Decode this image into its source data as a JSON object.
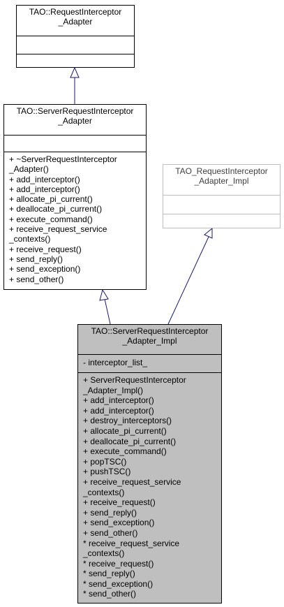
{
  "diagram": {
    "classes": {
      "request_interceptor_adapter": {
        "name": "TAO::RequestInterceptor\n_Adapter",
        "attributes": [],
        "operations": []
      },
      "server_request_interceptor_adapter": {
        "name": "TAO::ServerRequestInterceptor\n_Adapter",
        "attributes": [],
        "operations": [
          "+ ~ServerRequestInterceptor\n_Adapter()",
          "+ add_interceptor()",
          "+ add_interceptor()",
          "+ allocate_pi_current()",
          "+ deallocate_pi_current()",
          "+ execute_command()",
          "+ receive_request_service\n_contexts()",
          "+ receive_request()",
          "+ send_reply()",
          "+ send_exception()",
          "+ send_other()"
        ]
      },
      "tao_request_interceptor_adapter_impl": {
        "name": "TAO_RequestInterceptor\n_Adapter_Impl",
        "attributes": [],
        "operations": []
      },
      "server_request_interceptor_adapter_impl": {
        "name": "TAO::ServerRequestInterceptor\n_Adapter_Impl",
        "attributes": [
          "- interceptor_list_"
        ],
        "operations": [
          "+ ServerRequestInterceptor\n_Adapter_Impl()",
          "+ add_interceptor()",
          "+ add_interceptor()",
          "+ destroy_interceptors()",
          "+ allocate_pi_current()",
          "+ deallocate_pi_current()",
          "+ execute_command()",
          "+ popTSC()",
          "+ pushTSC()",
          "+ receive_request_service\n_contexts()",
          "+ receive_request()",
          "+ send_reply()",
          "+ send_exception()",
          "+ send_other()",
          "* receive_request_service\n_contexts()",
          "* receive_request()",
          "* send_reply()",
          "* send_exception()",
          "* send_other()"
        ]
      }
    },
    "colors": {
      "line": "#000000",
      "inheritance_arrow": "#191970",
      "muted_border": "#bfbfbf",
      "highlight_fill": "#bfbfbf"
    }
  }
}
